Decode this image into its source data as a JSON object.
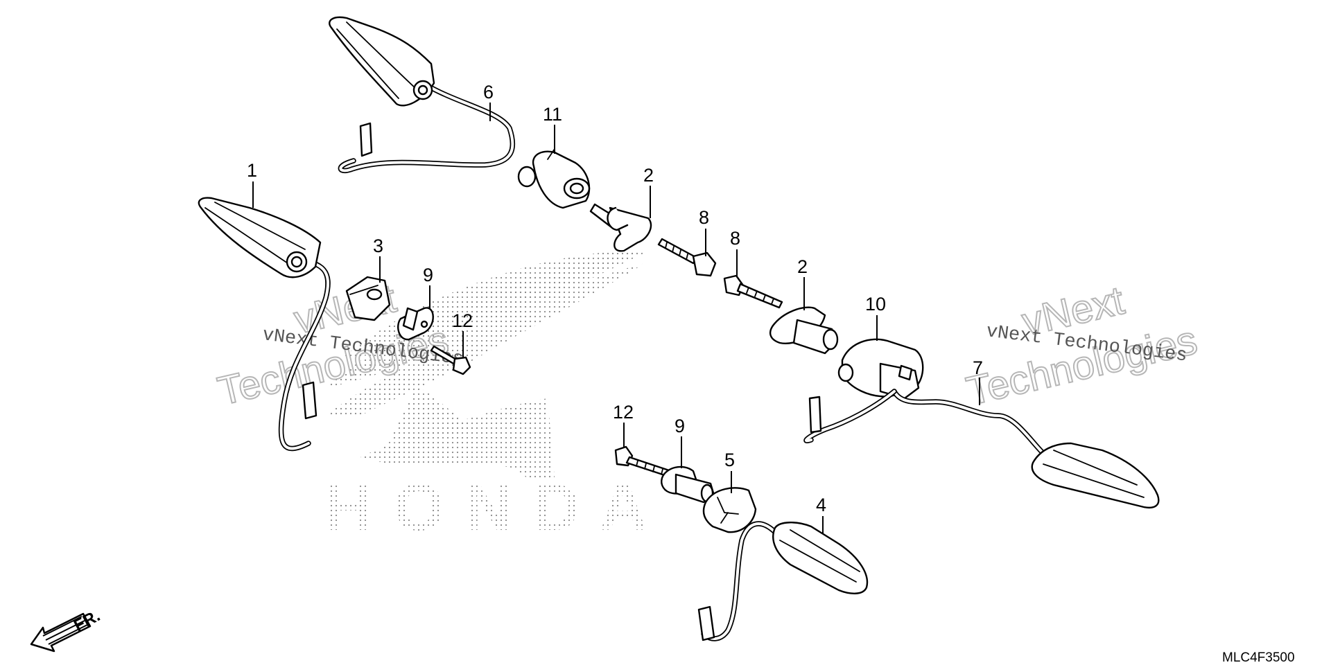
{
  "diagram": {
    "code": "MLC4F3500",
    "direction_label": "FR.",
    "brand_watermark": "HONDA",
    "watermarks": [
      {
        "outlined_top": "vNext",
        "outlined_bottom": "Technologies",
        "serif_line": "vNext Technologies"
      },
      {
        "outlined_top": "vNext",
        "outlined_bottom": "Technologies",
        "serif_line": "vNext Technologies"
      }
    ],
    "callouts": [
      "1",
      "2",
      "2",
      "3",
      "4",
      "5",
      "6",
      "7",
      "8",
      "8",
      "9",
      "9",
      "10",
      "11",
      "12",
      "12"
    ]
  }
}
